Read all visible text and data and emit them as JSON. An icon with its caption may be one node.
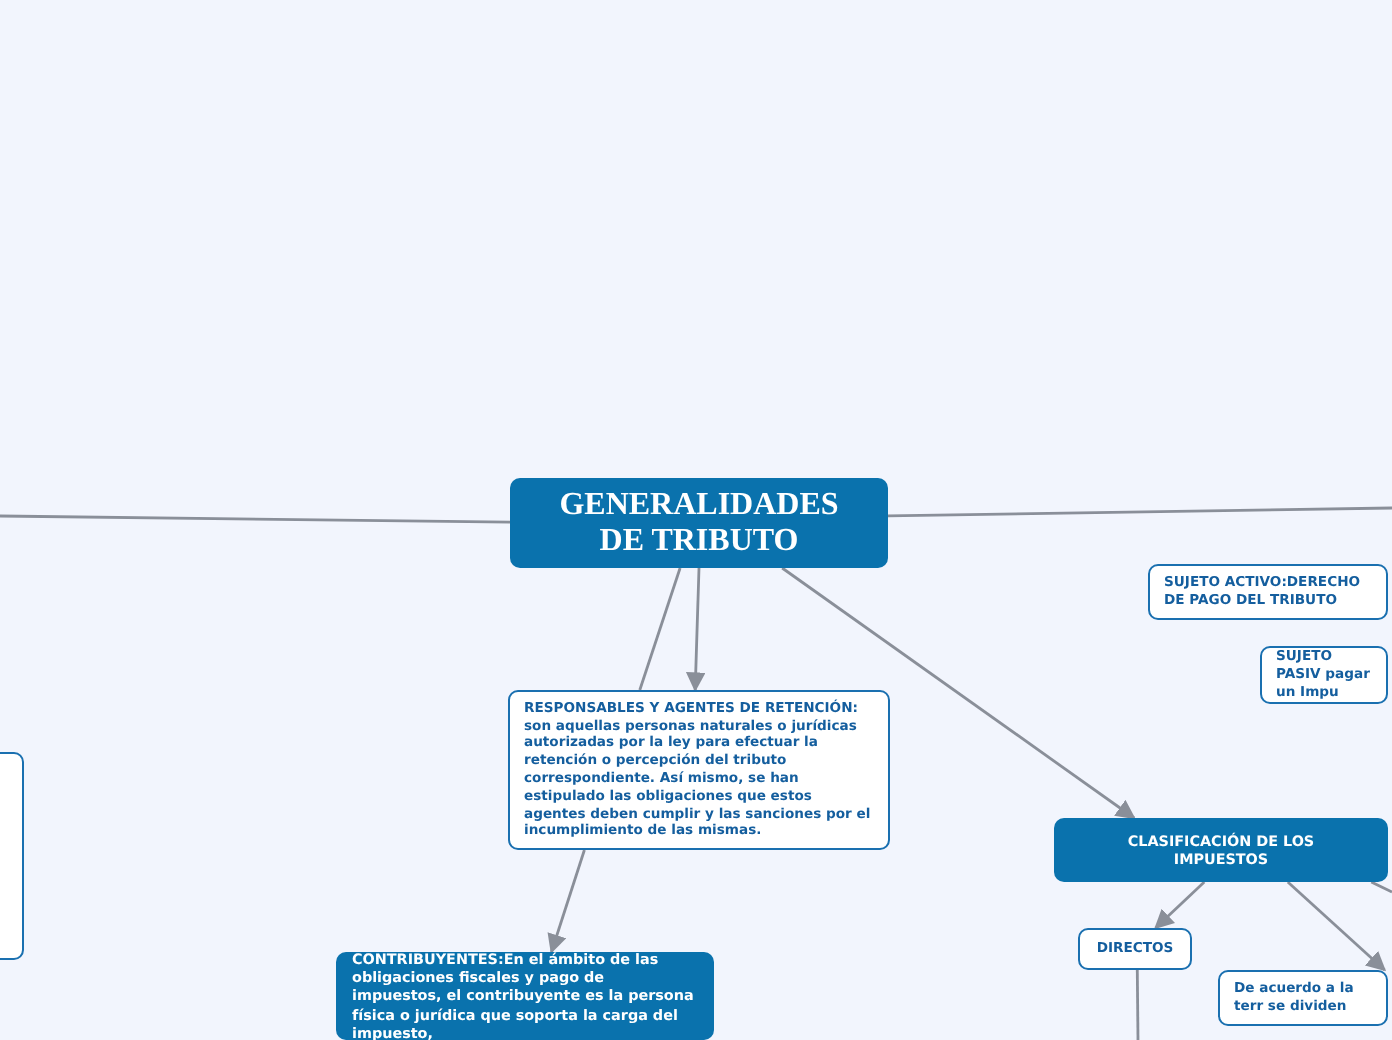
{
  "diagram": {
    "nodes": [
      {
        "text": [
          "GENERALIDADES DE TRIBUTO"
        ]
      },
      {
        "text": [
          "RESPONSABLES Y AGENTES DE RETENCIÓN: son aquellas personas naturales o jurídicas autorizadas por la ley para efectuar la retención o percepción del tributo correspondiente. Así mismo, se han estipulado las obligaciones que estos agentes deben cumplir y las sanciones por el incumplimiento de las mismas."
        ]
      },
      {
        "text": [
          "CONTRIBUYENTES:En el ámbito de las obligaciones fiscales y pago de impuestos, el contribuyente es la persona física o jurídica que soporta la carga del impuesto,"
        ]
      },
      {
        "text": [
          "SUJETO ACTIVO:DERECHO DE PAGO DEL TRIBUTO"
        ]
      },
      {
        "text": [
          "SUJETO PASIV pagar un Impu"
        ]
      },
      {
        "text": [
          "CLASIFICACIÓN DE LOS IMPUESTOS"
        ]
      },
      {
        "text": [
          "DIRECTOS"
        ]
      },
      {
        "text": [
          "De acuerdo a la terr se dividen"
        ]
      },
      {
        "text": [],
        "shape": "box"
      }
    ],
    "edges": [
      {
        "from": 0,
        "to": null,
        "arrow": "none"
      },
      {
        "from": 0,
        "to": null,
        "arrow": "none"
      },
      {
        "from": 0,
        "to": 1,
        "arrow": "to"
      },
      {
        "from": 0,
        "to": 1,
        "arrow": "none"
      },
      {
        "from": 1,
        "to": 2,
        "arrow": "to"
      },
      {
        "from": 0,
        "to": 5,
        "arrow": "to"
      },
      {
        "from": 5,
        "to": 6,
        "arrow": "to"
      },
      {
        "from": 5,
        "to": 7,
        "arrow": "to"
      },
      {
        "from": 5,
        "to": null,
        "arrow": "none"
      },
      {
        "from": 6,
        "to": null,
        "arrow": "none"
      }
    ]
  }
}
